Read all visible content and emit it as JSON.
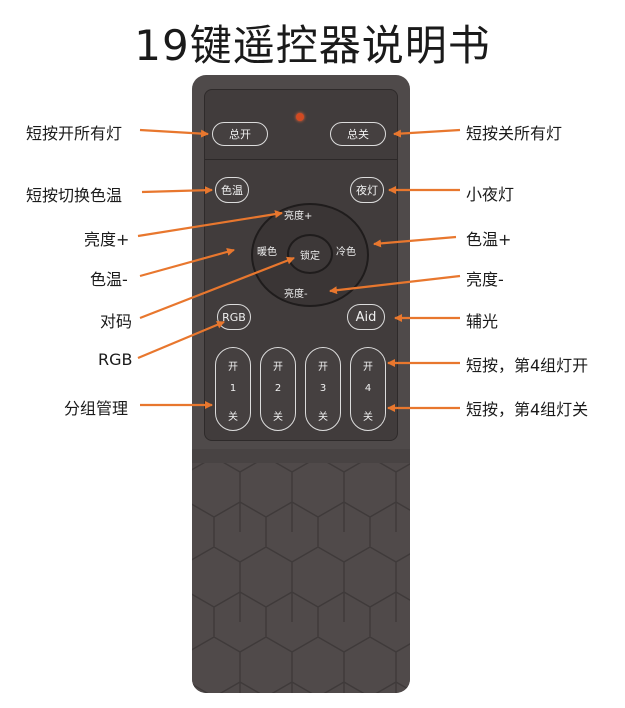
{
  "title": "19键遥控器说明书",
  "colors": {
    "remote_body": "#4f4a4a",
    "panel": "#413c3c",
    "arrow": "#e8772e",
    "led": "#d24a22"
  },
  "remote": {
    "all_on": "总开",
    "all_off": "总关",
    "color_temp": "色温",
    "night_light": "夜灯",
    "dpad_up": "亮度+",
    "dpad_down": "亮度-",
    "dpad_left": "暖色",
    "dpad_right": "冷色",
    "center": "锁定",
    "rgb": "RGB",
    "aid": "Aid",
    "groups": [
      {
        "on": "开",
        "num": "1",
        "off": "关"
      },
      {
        "on": "开",
        "num": "2",
        "off": "关"
      },
      {
        "on": "开",
        "num": "3",
        "off": "关"
      },
      {
        "on": "开",
        "num": "4",
        "off": "关"
      }
    ]
  },
  "labels": {
    "all_on": "短按开所有灯",
    "all_off": "短按关所有灯",
    "color_temp_toggle": "短按切换色温",
    "night_light": "小夜灯",
    "brightness_up": "亮度+",
    "temp_up": "色温+",
    "temp_down": "色温-",
    "brightness_down": "亮度-",
    "pair": "对码",
    "aux_light": "辅光",
    "rgb": "RGB",
    "group_on": "短按，第4组灯开",
    "group_mgmt": "分组管理",
    "group_off": "短按，第4组灯关"
  }
}
